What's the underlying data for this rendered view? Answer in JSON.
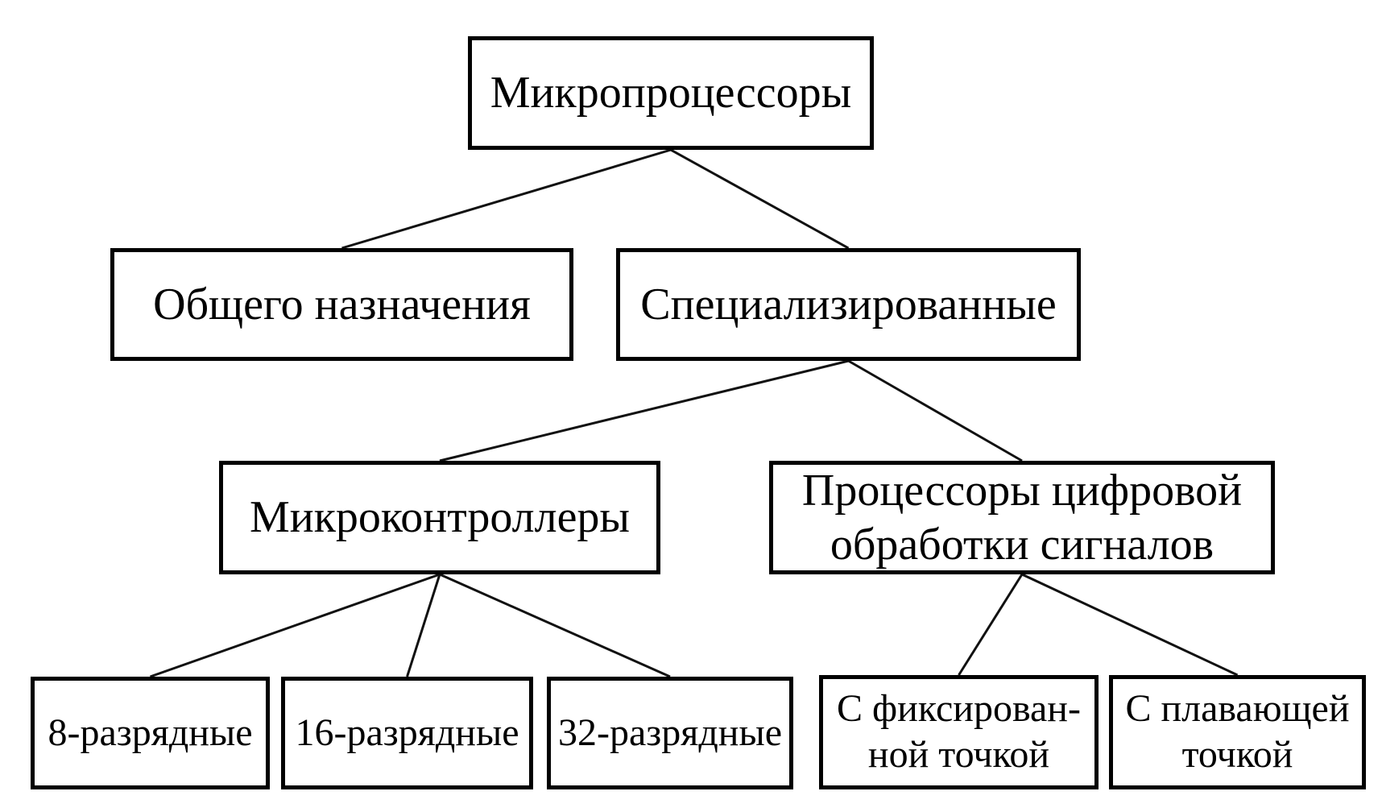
{
  "diagram": {
    "nodes": {
      "root": {
        "label": "Микропроцессоры"
      },
      "general": {
        "label": "Общего назначения"
      },
      "special": {
        "label": "Специализированные"
      },
      "mcu": {
        "label": "Микроконтроллеры"
      },
      "dsp": {
        "label": "Процессоры цифровой\nобработки сигналов"
      },
      "bit8": {
        "label": "8-разрядные"
      },
      "bit16": {
        "label": "16-разрядные"
      },
      "bit32": {
        "label": "32-разрядные"
      },
      "fixed": {
        "label": "С фиксирован-\nной точкой"
      },
      "float": {
        "label": "С плавающей\nточкой"
      }
    },
    "edges": [
      {
        "from": "root",
        "to": "general"
      },
      {
        "from": "root",
        "to": "special"
      },
      {
        "from": "special",
        "to": "mcu"
      },
      {
        "from": "special",
        "to": "dsp"
      },
      {
        "from": "mcu",
        "to": "bit8"
      },
      {
        "from": "mcu",
        "to": "bit16"
      },
      {
        "from": "mcu",
        "to": "bit32"
      },
      {
        "from": "dsp",
        "to": "fixed"
      },
      {
        "from": "dsp",
        "to": "float"
      }
    ],
    "colors": {
      "background": "#ffffff",
      "box_fill": "#ffffff",
      "box_border": "#000000",
      "text": "#000000",
      "line": "#111111"
    }
  }
}
